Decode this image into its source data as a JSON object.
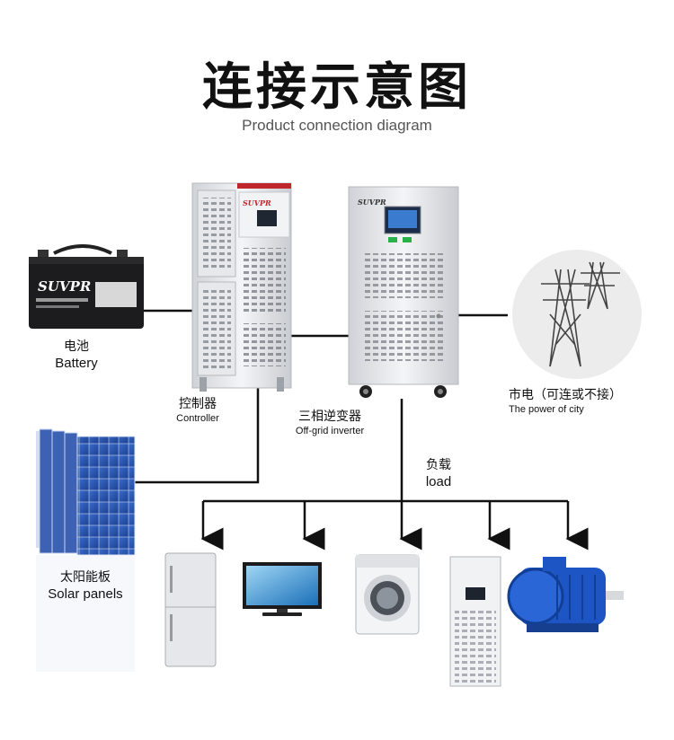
{
  "title": "连接示意图",
  "subtitle": "Product connection diagram",
  "components": {
    "battery": {
      "cn": "电池",
      "en": "Battery",
      "brand": "SUVPR"
    },
    "controller": {
      "cn": "控制器",
      "en": "Controller",
      "brand": "SUVPR"
    },
    "inverter": {
      "cn": "三相逆变器",
      "en": "Off-grid inverter",
      "brand": "SUVPR"
    },
    "grid": {
      "cn": "市电（可连或不接）",
      "en": "The power of city"
    },
    "solar": {
      "cn": "太阳能板",
      "en": "Solar panels"
    },
    "load": {
      "cn": "负载",
      "en": "load"
    }
  },
  "loads": [
    "refrigerator",
    "television",
    "washing-machine",
    "air-conditioner",
    "electric-motor"
  ],
  "colors": {
    "line": "#111111",
    "cabinet": "#e8e9ec",
    "accent_red": "#c0272d",
    "panel_blue": "#2a56b0",
    "motor_blue": "#1d55c4"
  }
}
